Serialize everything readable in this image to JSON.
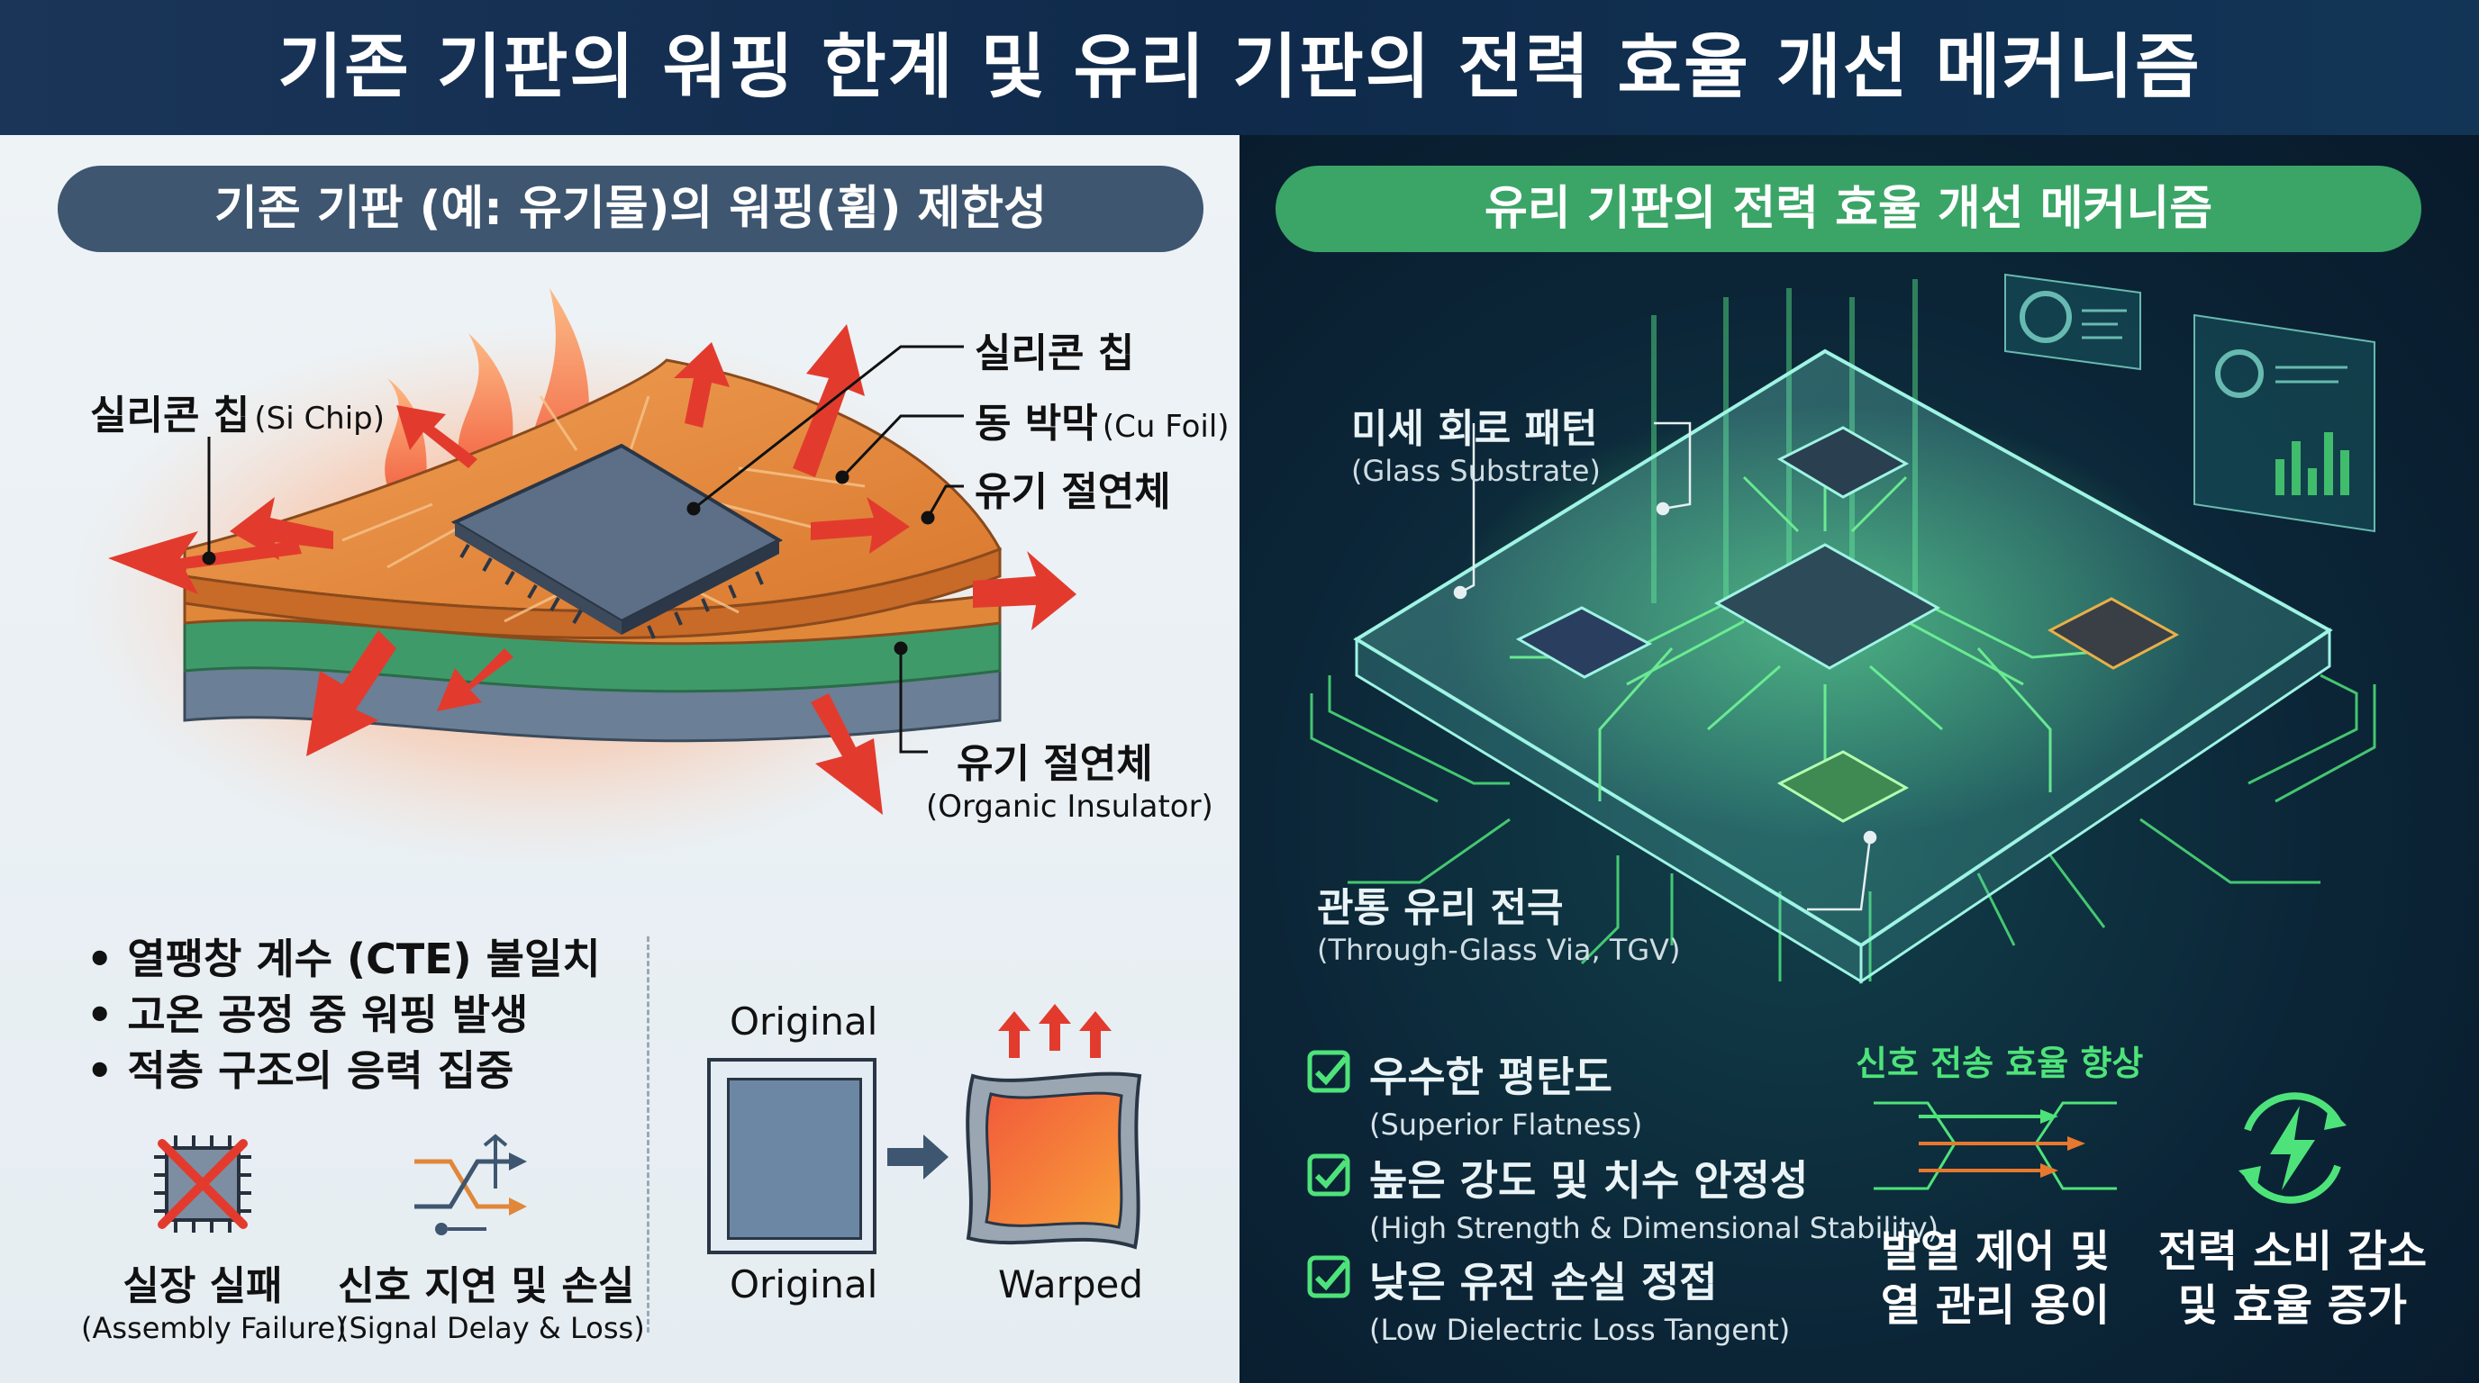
{
  "title": "기존 기판의 워핑 한계 및 유리 기판의 전력 효율 개선 메커니즘",
  "left": {
    "header": "기존 기판 (예: 유기물)의 워핑(휨) 제한성",
    "labels": {
      "si_chip_ko": "실리콘 칩",
      "si_chip_en": "(Si Chip)",
      "silicon_chip": "실리콘 칩",
      "cu_foil_ko": "동 박막",
      "cu_foil_en": "(Cu Foil)",
      "organic_insulator_top": "유기 절연체",
      "organic_insulator_ko": "유기 절연체",
      "organic_insulator_en": "(Organic Insulator)"
    },
    "bullets": [
      "열팽창 계수 (CTE) 불일치",
      "고온 공정 중 워핑 발생",
      "적층 구조의 응력 집중"
    ],
    "icons": [
      {
        "ko": "실장 실패",
        "en": "(Assembly Failure)"
      },
      {
        "ko": "신호 지연 및 손실",
        "en": "(Signal Delay & Loss)"
      }
    ],
    "compare": {
      "original_top": "Original",
      "original_bottom": "Original",
      "warped": "Warped"
    }
  },
  "right": {
    "header": "유리 기판의 전력 효율 개선 메커니즘",
    "labels": {
      "micro_ko": "미세 회로 패턴",
      "micro_en": "(Glass Substrate)",
      "tgv_ko": "관통 유리 전극",
      "tgv_en": "(Through-Glass Via, TGV)"
    },
    "checks": [
      {
        "ko": "우수한 평탄도",
        "en": "(Superior Flatness)"
      },
      {
        "ko": "높은 강도 및 치수 안정성",
        "en": "(High Strength & Dimensional Stability)"
      },
      {
        "ko": "낮은 유전 손실 정접",
        "en": "(Low Dielectric Loss Tangent)"
      }
    ],
    "signal_title": "신호 전송 효율 향상",
    "heat_line1": "발열 제어 및",
    "heat_line2": "열 관리 용이",
    "power_line1": "전력 소비 감소",
    "power_line2": "및 효율 증가"
  },
  "colors": {
    "title_bg": "#1a3558",
    "left_pill": "#3e5670",
    "right_pill": "#3aa566",
    "copper": "#e0873a",
    "green_layer": "#3f9a6a",
    "warning_red": "#e23b2e",
    "glow_green": "#4ee37a"
  }
}
